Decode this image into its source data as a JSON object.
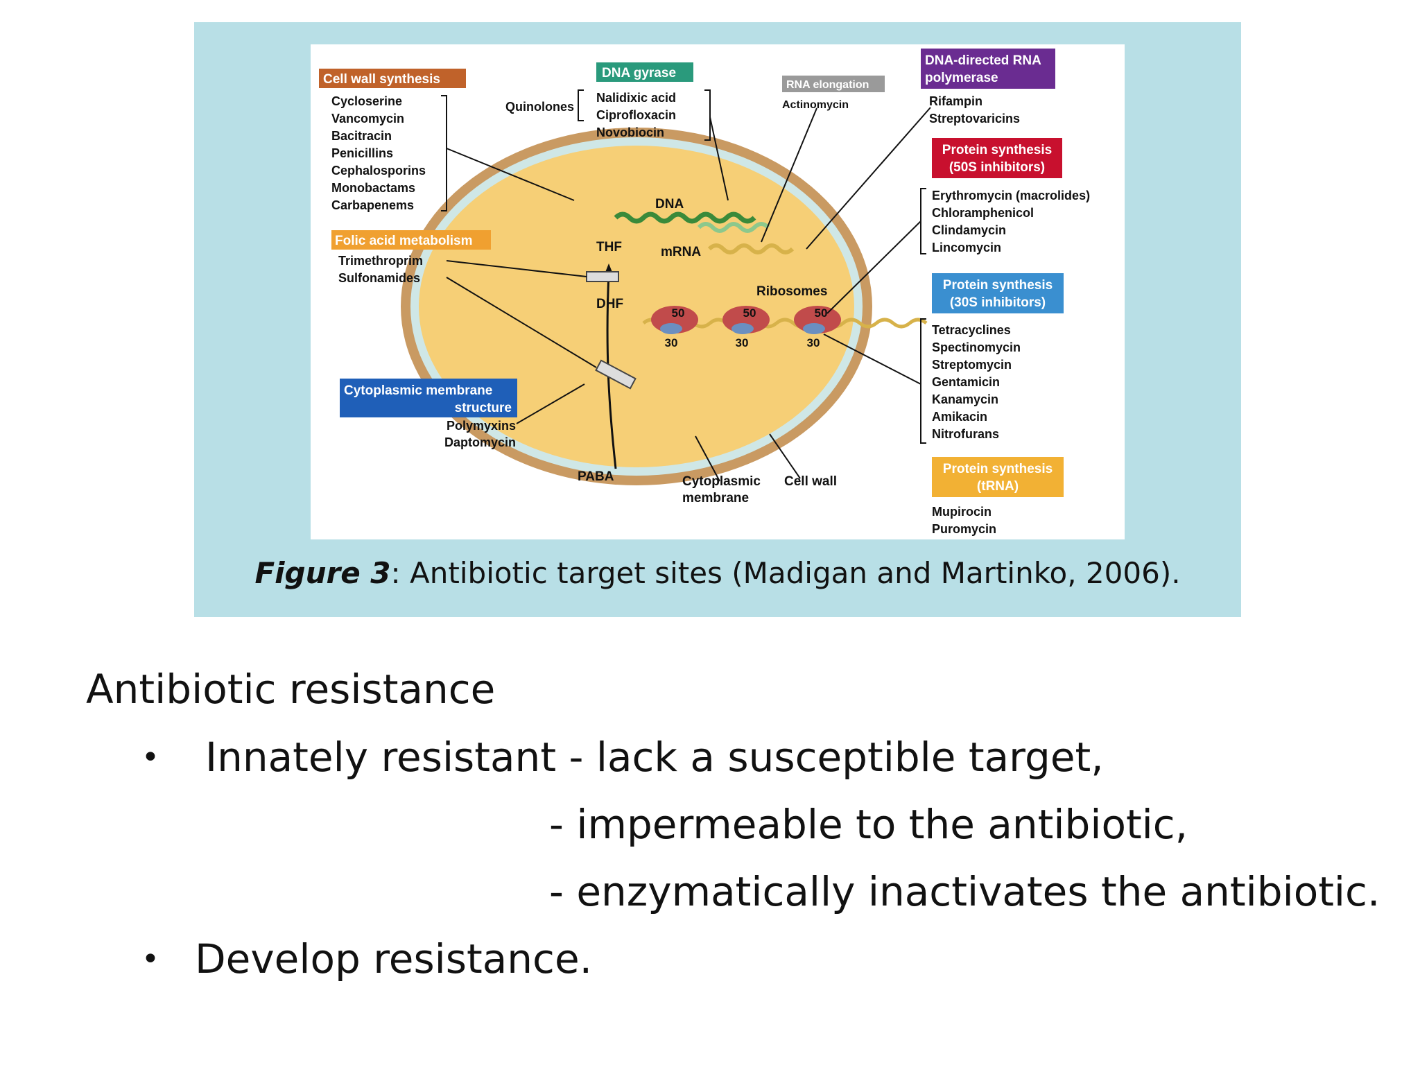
{
  "diagram": {
    "cell_wall_synthesis": {
      "header": "Cell wall synthesis",
      "drugs": [
        "Cycloserine",
        "Vancomycin",
        "Bacitracin",
        "Penicillins",
        "Cephalosporins",
        "Monobactams",
        "Carbapenems"
      ]
    },
    "dna_gyrase": {
      "header": "DNA gyrase",
      "group_label": "Quinolones",
      "drugs": [
        "Nalidixic acid",
        "Ciprofloxacin",
        "Novobiocin"
      ]
    },
    "rna_elongation": {
      "header": "RNA elongation",
      "drugs": [
        "Actinomycin"
      ]
    },
    "dna_directed_rna_polymerase": {
      "header_line1": "DNA-directed RNA",
      "header_line2": "polymerase",
      "drugs": [
        "Rifampin",
        "Streptovaricins"
      ]
    },
    "protein_50s": {
      "header_line1": "Protein synthesis",
      "header_line2": "(50S inhibitors)",
      "drugs": [
        "Erythromycin (macrolides)",
        "Chloramphenicol",
        "Clindamycin",
        "Lincomycin"
      ]
    },
    "protein_30s": {
      "header_line1": "Protein synthesis",
      "header_line2": "(30S inhibitors)",
      "drugs": [
        "Tetracyclines",
        "Spectinomycin",
        "Streptomycin",
        "Gentamicin",
        "Kanamycin",
        "Amikacin",
        "Nitrofurans"
      ]
    },
    "protein_trna": {
      "header_line1": "Protein synthesis",
      "header_line2": "(tRNA)",
      "drugs": [
        "Mupirocin",
        "Puromycin"
      ]
    },
    "folic_acid": {
      "header": "Folic acid metabolism",
      "drugs": [
        "Trimethroprim",
        "Sulfonamides"
      ]
    },
    "cytoplasmic_membrane": {
      "header_line1": "Cytoplasmic membrane",
      "header_line2": "structure",
      "drugs": [
        "Polymyxins",
        "Daptomycin"
      ]
    },
    "cell_labels": {
      "dna": "DNA",
      "mrna": "mRNA",
      "thf": "THF",
      "dhf": "DHF",
      "paba": "PABA",
      "ribosomes": "Ribosomes",
      "fifty": "50",
      "thirty": "30",
      "cytoplasmic_membrane_line1": "Cytoplasmic",
      "cytoplasmic_membrane_line2": "membrane",
      "cell_wall": "Cell wall"
    },
    "colors": {
      "cell_wall_synthesis": "#c0622a",
      "dna_gyrase": "#2a9a7c",
      "rna_elongation": "#9a9a9a",
      "dna_polymerase": "#6a2c91",
      "protein_50s": "#c8102e",
      "protein_30s": "#3a8fd0",
      "protein_trna": "#f2b134",
      "folic_acid": "#f0a030",
      "cytoplasmic_membrane": "#1f5fb8"
    }
  },
  "caption": {
    "figure_label": "Figure 3",
    "text": ": Antibiotic target sites (Madigan and Martinko, 2006)."
  },
  "slide": {
    "heading": "Antibiotic resistance",
    "bullet_1_text": "Innately resistant - lack a susceptible target,",
    "bullet_1_line_2": "- impermeable to the antibiotic,",
    "bullet_1_line_3": "- enzymatically inactivates the antibiotic.",
    "bullet_2_text": "Develop resistance.",
    "bullet_symbol": "•"
  }
}
